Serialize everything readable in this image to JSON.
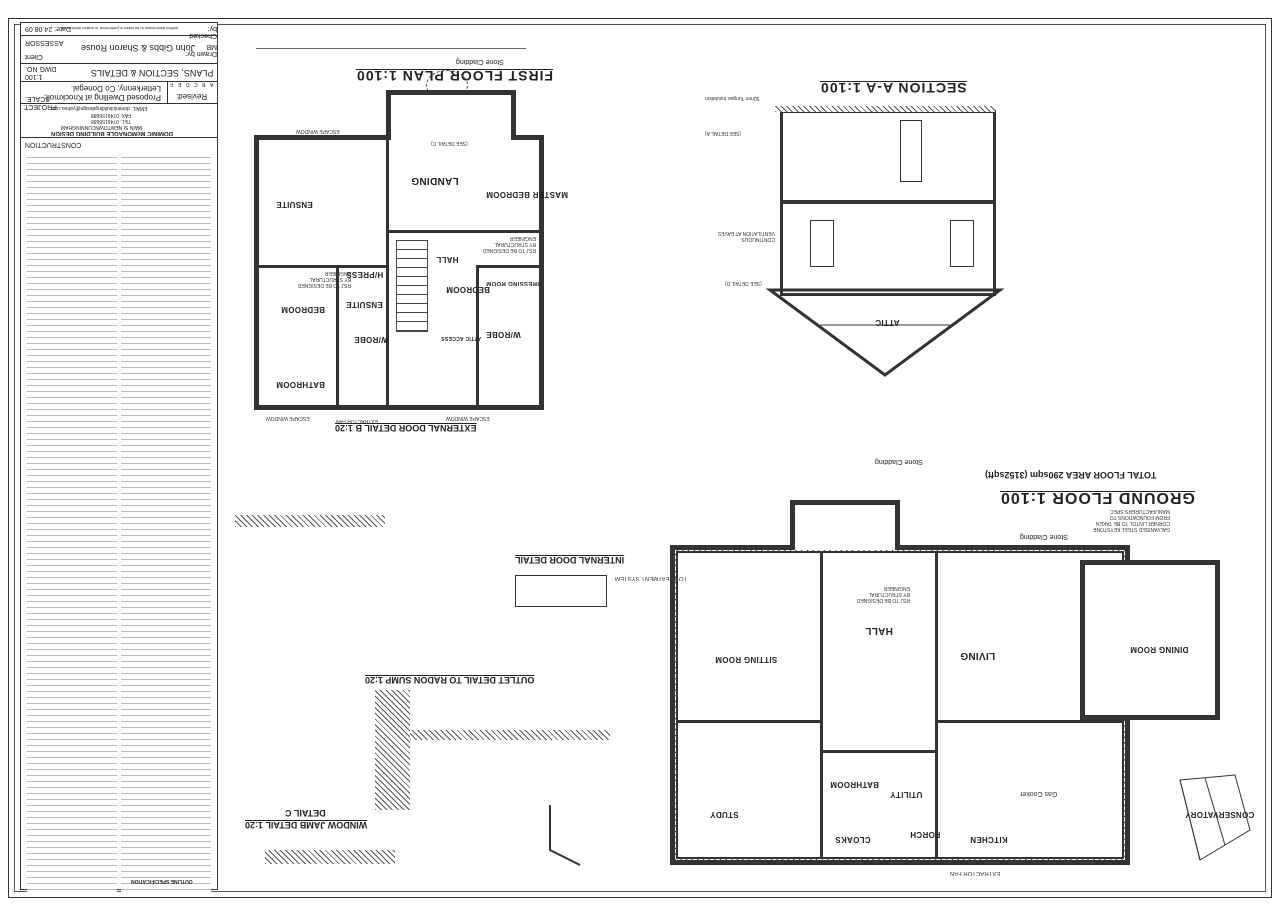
{
  "title_block": {
    "checked_by": "Checked by:",
    "drawn_by": "Drawn by: MB",
    "note": "written dimensions to be taken in preference to scaled dimensions",
    "date": "Date: 24.08.09",
    "assessor_label": "ASSESSOR",
    "client_label": "Client",
    "client": "John Gibbs & Sharon Rouse",
    "dwg_no_label": "DWG NO.",
    "scale_label": "SCALE:",
    "scale": "1:100",
    "drawing_title": "PLANS, SECTION & DETAILS",
    "project_label": "PROJECT:",
    "project": "Proposed Dwelling at Knockmoil, Letterkenny, Co Donegal.",
    "revised_label": "Revised:",
    "revisions": [
      "A",
      "B",
      "C",
      "D",
      "E",
      "F"
    ],
    "designer": "DOMINIC McMONAGLE BUILDING DESIGN",
    "address": "MAIN St NEWTOWNCUNNINGHAM",
    "tel": "TEL: 0749156688",
    "fax": "FAX: 0749156688",
    "email": "EMAIL: dominicbuildingdesign@yahoo.com",
    "construction_label": "CONSTRUCTION",
    "spec_label": "OUTLINE SPECIFICATION"
  },
  "first_floor": {
    "title": "FIRST FLOOR PLAN 1:100",
    "rooms": [
      "BEDROOM",
      "MASTER BEDROOM",
      "LANDING",
      "HALL",
      "ENSUITE",
      "BATHROOM",
      "W/ROBE",
      "H/PRESS",
      "DRESSING ROOM",
      "BEDROOM",
      "ENSUITE",
      "W/ROBE",
      "ATTIC ACCESS"
    ],
    "labels": [
      "Stone Cladding",
      "ESCAPE WINDOW",
      "ESCAPE WINDOW",
      "ESCAPE WINDOW",
      "EXTRACTOR FAN",
      "RSJ TO BE DESIGNED BY STRUCTURAL ENGINEER",
      "RSJ TO BE DESIGNED BY STRUCTURAL ENGINEER",
      "(SEE DETAIL C)"
    ]
  },
  "section": {
    "title": "SECTION A-A 1:100",
    "labels": [
      "ATTIC",
      "(SEE DETAIL D)",
      "CONTINUOUS VENTILATION AT EAVES",
      "(SEE DETAIL A)",
      "50mm Tongue Insulation"
    ]
  },
  "ground_floor": {
    "title": "GROUND FLOOR 1:100",
    "area": "TOTAL FLOOR AREA 290sqm (3152sqft)",
    "rooms": [
      "LIVING",
      "DINING ROOM",
      "KITCHEN",
      "UTILITY",
      "STUDY",
      "SITTING ROOM",
      "HALL",
      "PORCH",
      "CLOAKS",
      "BATHROOM",
      "CONSERVATORY"
    ],
    "labels": [
      "Stone Cladding",
      "Stone Cladding",
      "GALVANISED STEEL KEYSTONE CORNER LINTOL TO BE TAKEN FROM FOUNDATIONS TO MANUFACTURERS SPEC",
      "RSJ TO BE DESIGNED BY STRUCTURAL ENGINEER",
      "Gas Cooker",
      "TO TREATMENT SYSTEM",
      "EXTRACTOR FAN"
    ]
  },
  "details": {
    "external_door": "EXTERNAL DOOR DETAIL B 1:20",
    "internal_door": "INTERNAL DOOR DETAIL",
    "radon": "OUTLET DETAIL TO RADON SUMP 1:20",
    "window_jamb": "WINDOW JAMB DETAIL 1:20",
    "detail_c": "DETAIL C"
  }
}
